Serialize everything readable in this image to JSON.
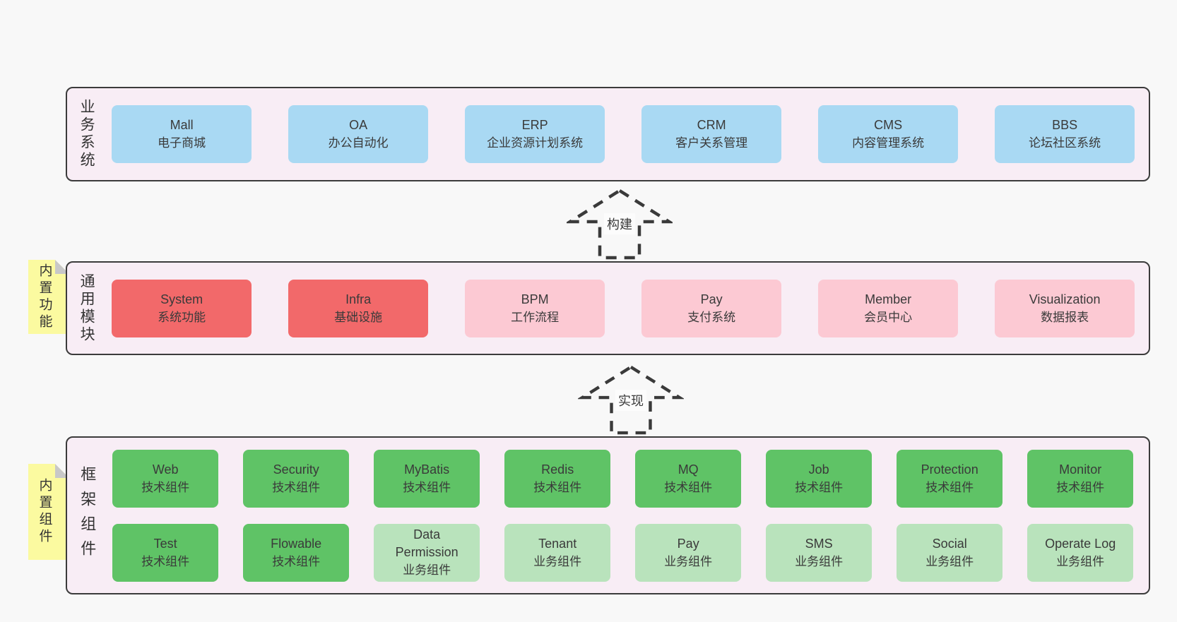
{
  "colors": {
    "page_background": "#f8f8f8",
    "container_background": "#f8edf5",
    "container_border": "#3b3b3b",
    "business_box_blue": "#a9d9f3",
    "core_module_red": "#f2696a",
    "module_pink": "#fcc9d3",
    "tech_component_green": "#5fc366",
    "biz_component_light_green": "#b9e3bc",
    "sticky_note_yellow": "#fbfaa0",
    "sticky_fold_grey": "#c8c8c8",
    "arrow_dash": "#3a3a3a",
    "text": "#3a3a3a"
  },
  "business": {
    "label": "业务系统",
    "boxes": [
      {
        "title": "Mall",
        "subtitle": "电子商城"
      },
      {
        "title": "OA",
        "subtitle": "办公自动化"
      },
      {
        "title": "ERP",
        "subtitle": "企业资源计划系统"
      },
      {
        "title": "CRM",
        "subtitle": "客户关系管理"
      },
      {
        "title": "CMS",
        "subtitle": "内容管理系统"
      },
      {
        "title": "BBS",
        "subtitle": "论坛社区系统"
      }
    ]
  },
  "arrow_build": {
    "label": "构建"
  },
  "modules": {
    "label": "通用模块",
    "tag": "内置功能",
    "boxes": [
      {
        "title": "System",
        "subtitle": "系统功能"
      },
      {
        "title": "Infra",
        "subtitle": "基础设施"
      },
      {
        "title": "BPM",
        "subtitle": "工作流程"
      },
      {
        "title": "Pay",
        "subtitle": "支付系统"
      },
      {
        "title": "Member",
        "subtitle": "会员中心"
      },
      {
        "title": "Visualization",
        "subtitle": "数据报表"
      }
    ]
  },
  "arrow_implement": {
    "label": "实现"
  },
  "components": {
    "label": "框架组件",
    "tag": "内置组件",
    "row1": [
      {
        "title": "Web",
        "subtitle": "技术组件"
      },
      {
        "title": "Security",
        "subtitle": "技术组件"
      },
      {
        "title": "MyBatis",
        "subtitle": "技术组件"
      },
      {
        "title": "Redis",
        "subtitle": "技术组件"
      },
      {
        "title": "MQ",
        "subtitle": "技术组件"
      },
      {
        "title": "Job",
        "subtitle": "技术组件"
      },
      {
        "title": "Protection",
        "subtitle": "技术组件"
      },
      {
        "title": "Monitor",
        "subtitle": "技术组件"
      }
    ],
    "row2": [
      {
        "title": "Test",
        "subtitle": "技术组件"
      },
      {
        "title": "Flowable",
        "subtitle": "技术组件"
      },
      {
        "title": "Data\nPermission",
        "subtitle": "业务组件"
      },
      {
        "title": "Tenant",
        "subtitle": "业务组件"
      },
      {
        "title": "Pay",
        "subtitle": "业务组件"
      },
      {
        "title": "SMS",
        "subtitle": "业务组件"
      },
      {
        "title": "Social",
        "subtitle": "业务组件"
      },
      {
        "title": "Operate Log",
        "subtitle": "业务组件"
      }
    ]
  }
}
